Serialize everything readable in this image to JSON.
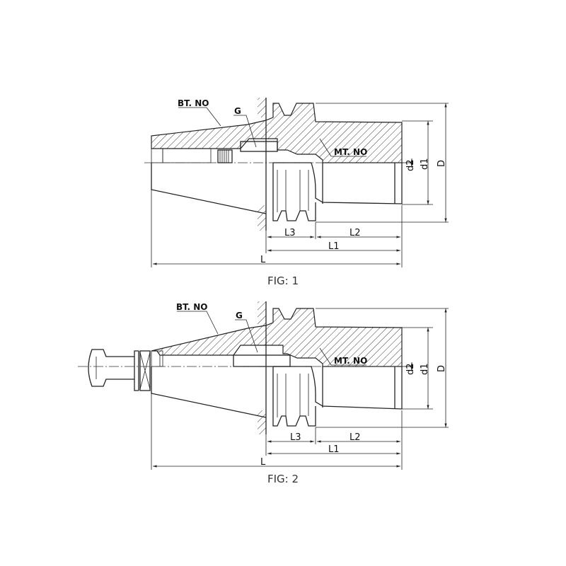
{
  "figures": [
    {
      "id": "fig1",
      "caption": "FIG: 1",
      "labels": {
        "bt": "BT. NO",
        "g": "G",
        "mt": "MT. NO"
      },
      "dims": {
        "d2": "d2",
        "d1": "d1",
        "D": "D",
        "L3": "L3",
        "L2": "L2",
        "L1": "L1",
        "L": "L"
      }
    },
    {
      "id": "fig2",
      "caption": "FIG: 2",
      "labels": {
        "bt": "BT. NO",
        "g": "G",
        "mt": "MT. NO"
      },
      "dims": {
        "d2": "d2",
        "d1": "d1",
        "D": "D",
        "L3": "L3",
        "L2": "L2",
        "L1": "L1",
        "L": "L"
      }
    }
  ]
}
